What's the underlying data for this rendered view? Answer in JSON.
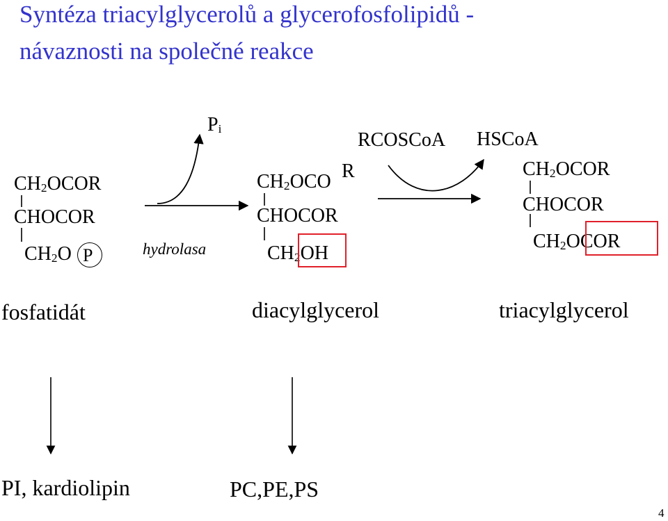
{
  "title": {
    "line1": "Syntéza triacylglycerolů a glycerofosfolipidů -",
    "line2": "návaznosti na společné reakce"
  },
  "colors": {
    "title": "#3333cc",
    "highlight": "#e0202a",
    "ink": "#000000"
  },
  "reaction1": {
    "product_label": "P",
    "product_sub": "i",
    "enzyme": "hydrolasa"
  },
  "reaction2": {
    "substrate": "RCOSCoA",
    "released": "HSCoA"
  },
  "fosfatidat": {
    "row1_a": "CH",
    "row1_sub": "2",
    "row1_b": "OCOR",
    "row2": "CHOCOR",
    "row3_a": "CH",
    "row3_sub": "2",
    "row3_b": "O",
    "phosphate": "P",
    "name": "fosfatidát"
  },
  "diacylglycerol": {
    "row1_a": "CH",
    "row1_sub": "2",
    "row1_b": "OCO",
    "row1_r": "R",
    "row2": "CHOCOR",
    "row3_a": "CH",
    "row3_sub": "2",
    "row3_b": "OH",
    "name": "diacylglycerol"
  },
  "triacylglycerol": {
    "row1_a": "CH",
    "row1_sub": "2",
    "row1_b": "OCOR",
    "row2": "CHOCOR",
    "row3_a": "CH",
    "row3_sub": "2",
    "row3_b": "O",
    "row3_c": "COR",
    "name": "triacylglycerol"
  },
  "downstream": {
    "from_fosfatidat": "PI, kardiolipin",
    "from_diacylglycerol": "PC,PE,PS"
  },
  "page_number": "4"
}
